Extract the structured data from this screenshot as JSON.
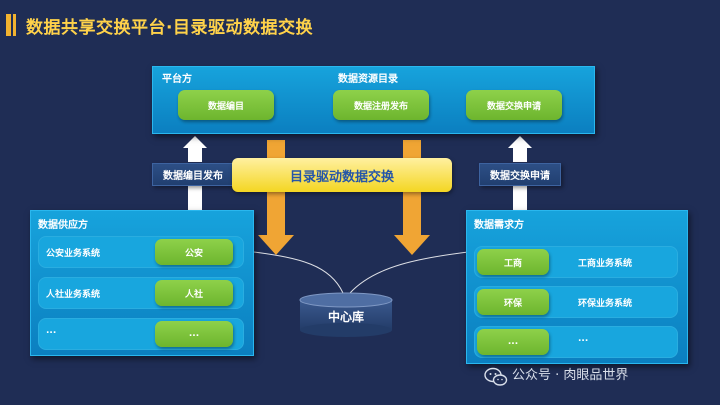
{
  "title": "数据共享交换平台·目录驱动数据交换",
  "platform": {
    "label": "平台方",
    "catalog_label": "数据资源目录",
    "btn_edit": "数据编目",
    "btn_register": "数据注册发布",
    "btn_apply": "数据交换申请"
  },
  "tags": {
    "publish": "数据编目发布",
    "apply": "数据交换申请"
  },
  "banner": "目录驱动数据交换",
  "supplier": {
    "label": "数据供应方",
    "rows": [
      {
        "system": "公安业务系统",
        "dept": "公安"
      },
      {
        "system": "人社业务系统",
        "dept": "人社"
      },
      {
        "system": "...",
        "dept": "..."
      }
    ]
  },
  "demander": {
    "label": "数据需求方",
    "rows": [
      {
        "dept": "工商",
        "system": "工商业务系统"
      },
      {
        "dept": "环保",
        "system": "环保业务系统"
      },
      {
        "dept": "...",
        "system": "..."
      }
    ]
  },
  "center": "中心库",
  "watermark": "公众号 · 肉眼品世界",
  "colors": {
    "background": "#1f2d55",
    "panel": "#1296d4",
    "pill": "#7dc43c",
    "accent_title": "#ffd24a",
    "arrow_orange": "#f0a534",
    "banner": "#f4d622"
  }
}
